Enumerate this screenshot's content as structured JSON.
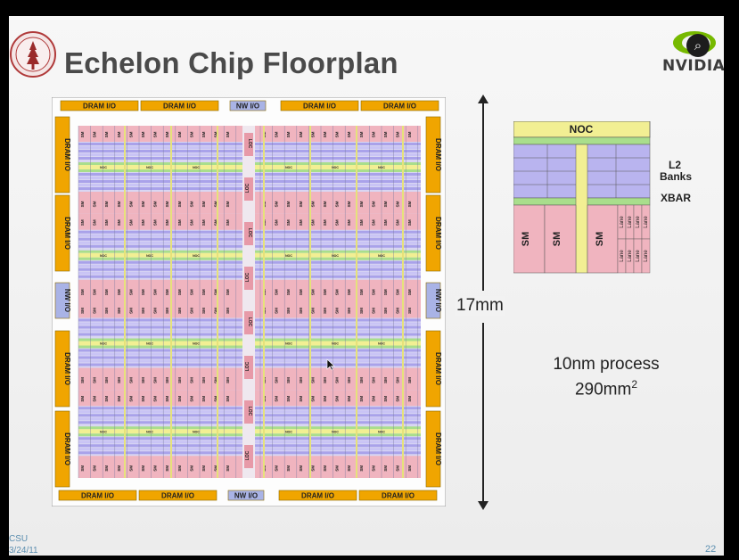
{
  "slide": {
    "title": "Echelon Chip Floorplan",
    "brand": "NVIDIA",
    "dimension_label": "17mm",
    "process_line1": "10nm process",
    "process_area": "290mm",
    "process_area_sup": "2",
    "footer_org": "CSU",
    "footer_date": "3/24/11",
    "page_number": "22"
  },
  "floorplan": {
    "top_io": [
      "DRAM I/O",
      "DRAM I/O",
      "NW I/O",
      "DRAM I/O",
      "DRAM I/O"
    ],
    "bottom_io": [
      "DRAM I/O",
      "DRAM I/O",
      "NW I/O",
      "DRAM I/O",
      "DRAM I/O"
    ],
    "left_io": [
      "DRAM I/O",
      "DRAM I/O",
      "NW I/O",
      "DRAM I/O",
      "DRAM I/O"
    ],
    "right_io": [
      "DRAM I/O",
      "DRAM I/O",
      "NW I/O",
      "DRAM I/O",
      "DRAM I/O"
    ],
    "sm_label": "SM",
    "noc_label": "NOC",
    "loc_label": "LOC"
  },
  "legend": {
    "noc": "NOC",
    "l2_banks": "L2 Banks",
    "xbar": "XBAR",
    "sm": "SM",
    "lane": "Lane"
  },
  "colors": {
    "io_block": "#f0a500",
    "nw_io_block": "#a9b3e6",
    "sm_pink": "#f0b4bf",
    "l2_purple": "#b9b4ef",
    "noc_green": "#a9de8c",
    "xbar_yellow": "#f2ef93",
    "loc_pink": "#e79aa8"
  },
  "icons": [
    "stanford-seal-icon",
    "nvidia-eye-logo-icon",
    "zoom-icon",
    "mouse-cursor-icon"
  ]
}
